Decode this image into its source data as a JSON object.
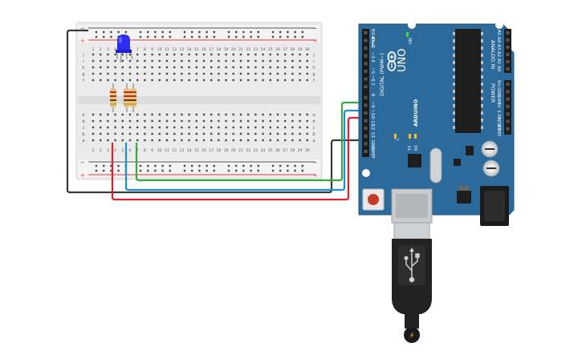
{
  "breadboard": {
    "column_numbers": [
      "1",
      "2",
      "3",
      "4",
      "5",
      "6",
      "7",
      "8",
      "9",
      "10",
      "11",
      "12",
      "13",
      "14",
      "15",
      "16",
      "17",
      "18",
      "19",
      "20",
      "21",
      "22",
      "23",
      "24",
      "25",
      "26",
      "27",
      "28",
      "29",
      "30"
    ],
    "rows_top": [
      "j",
      "i",
      "h",
      "g",
      "f"
    ],
    "rows_bottom": [
      "e",
      "d",
      "c",
      "b",
      "a"
    ],
    "rail_plus": "+",
    "rail_minus": "−"
  },
  "arduino": {
    "model": "UNO",
    "brand": "ARDUINO",
    "digital_label": "DIGITAL (PWM~)",
    "analog_label": "ANALOG IN",
    "power_label": "POWER",
    "on_label": "ON",
    "tx_label": "TX",
    "rx_label": "RX",
    "l_label": "L",
    "aref_label": "AREF",
    "gnd_label": "GND",
    "digital_pins": [
      "RX◄0",
      "TX►1",
      "2",
      "~3",
      "4",
      "~5",
      "~6",
      "7",
      "8",
      "~9",
      "~10",
      "~11",
      "12",
      "13",
      "GND",
      "AREF"
    ],
    "analog_pins": [
      "A5",
      "A4",
      "A3",
      "A2",
      "A1",
      "A0"
    ],
    "power_pins": [
      "Vin",
      "GND",
      "GND",
      "5V",
      "3.3V",
      "RESET",
      "IOREF"
    ]
  },
  "colors": {
    "board_blue": "#2b6a9a",
    "wire_black": "#3a3a3a",
    "wire_red": "#e0212a",
    "wire_blue": "#1e8fd6",
    "wire_green": "#3aa63f",
    "led_blue": "#2d2df0",
    "breadboard": "#eeeeee",
    "usb": "#222222"
  },
  "usb": {
    "bolt": "⚡"
  }
}
